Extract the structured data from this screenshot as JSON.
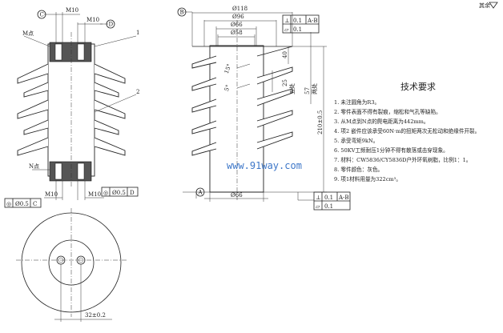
{
  "surface_note": "其余",
  "left_view": {
    "thread_top_left": "M10",
    "thread_top_right": "M10",
    "datum_c": "C",
    "datum_d": "D",
    "point_m": "M点",
    "point_n": "N点",
    "callout_1": "1",
    "callout_2": "2",
    "thread_bottom_left": "M10",
    "thread_bottom_right": "M10",
    "tol_left": {
      "symbol": "◎",
      "value": "Ø0.5",
      "datum": "C"
    },
    "tol_right": {
      "symbol": "◎",
      "value": "Ø0.5",
      "datum": "D"
    }
  },
  "bottom_view": {
    "dim": "32±0.2"
  },
  "section_view": {
    "datum_b": "B",
    "datum_a": "A",
    "dia_118": "Ø118",
    "dia_96": "Ø96",
    "dia_66": "Ø66",
    "dia_58": "Ø58",
    "dia_66_bottom": "Ø66",
    "dim_40": "40",
    "dim_25": "25",
    "dim_57": "57",
    "dim_210": "210±0.5",
    "angle_15": "15°",
    "angle_5": "5°",
    "note_five": "五处",
    "note_two": "两处",
    "tol_top": [
      {
        "symbol": "⊥",
        "value": "0.1",
        "datum": "A-B"
      },
      {
        "symbol": "▱",
        "value": "0.1"
      }
    ],
    "tol_bottom": [
      {
        "symbol": "⊥",
        "value": "0.1",
        "datum": "A-B"
      },
      {
        "symbol": "▱",
        "value": "0.1"
      }
    ]
  },
  "requirements": {
    "title": "技术要求",
    "items": [
      "1. 未注圆角为R3。",
      "2. 零件表面不得有裂痕，缩松和气孔等缺陷。",
      "3. 从M点到N点的爬电距离为442mm。",
      "4. 项2 嵌件应该承受60N·m的扭矩两次无松动和绝缘件开裂。",
      "5. 承受弯矩9kN。",
      "6. 50KV工频耐压1分钟不得有散落或击穿现象。",
      "7. 材料：CW5836/CY5836D户外环氧树脂，比例1：1。",
      "8. 零件颜色：灰色。",
      "9. 项1材料用量为322cm³。"
    ]
  },
  "watermark": "www.91way.com"
}
